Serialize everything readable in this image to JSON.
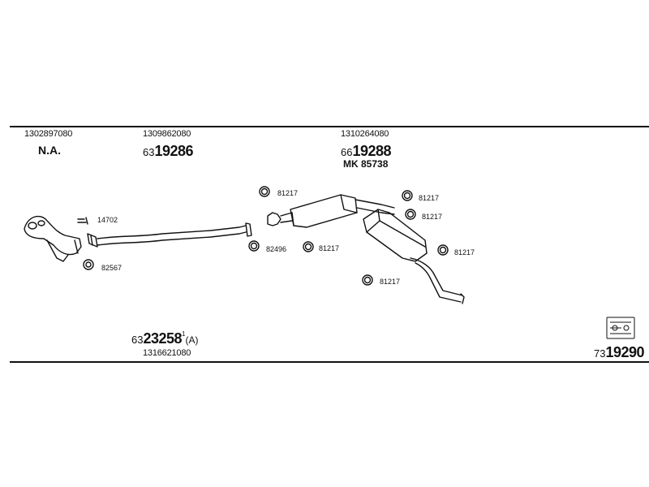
{
  "header_parts": [
    {
      "id": "p1",
      "number": "1302897080",
      "sub": "N.A."
    },
    {
      "id": "p2",
      "number": "1309862080",
      "prefix": "63",
      "main": "19286"
    },
    {
      "id": "p3",
      "number": "1310264080",
      "prefix": "66",
      "main": "19288",
      "kit": "MK  85738"
    }
  ],
  "callouts": {
    "c14702": "14702",
    "c82567": "82567",
    "c82496": "82496",
    "c81217_a": "81217",
    "c81217_b": "81217",
    "c81217_c": "81217",
    "c81217_d": "81217",
    "c81217_e": "81217",
    "c81217_f": "81217"
  },
  "footer_part": {
    "prefix": "63",
    "main": "23258",
    "sup": "1",
    "suffix": "(A)",
    "number": "1316621080"
  },
  "kit_ref": {
    "prefix": "73",
    "main": "19290"
  },
  "colors": {
    "line": "#111111",
    "background": "#ffffff"
  }
}
